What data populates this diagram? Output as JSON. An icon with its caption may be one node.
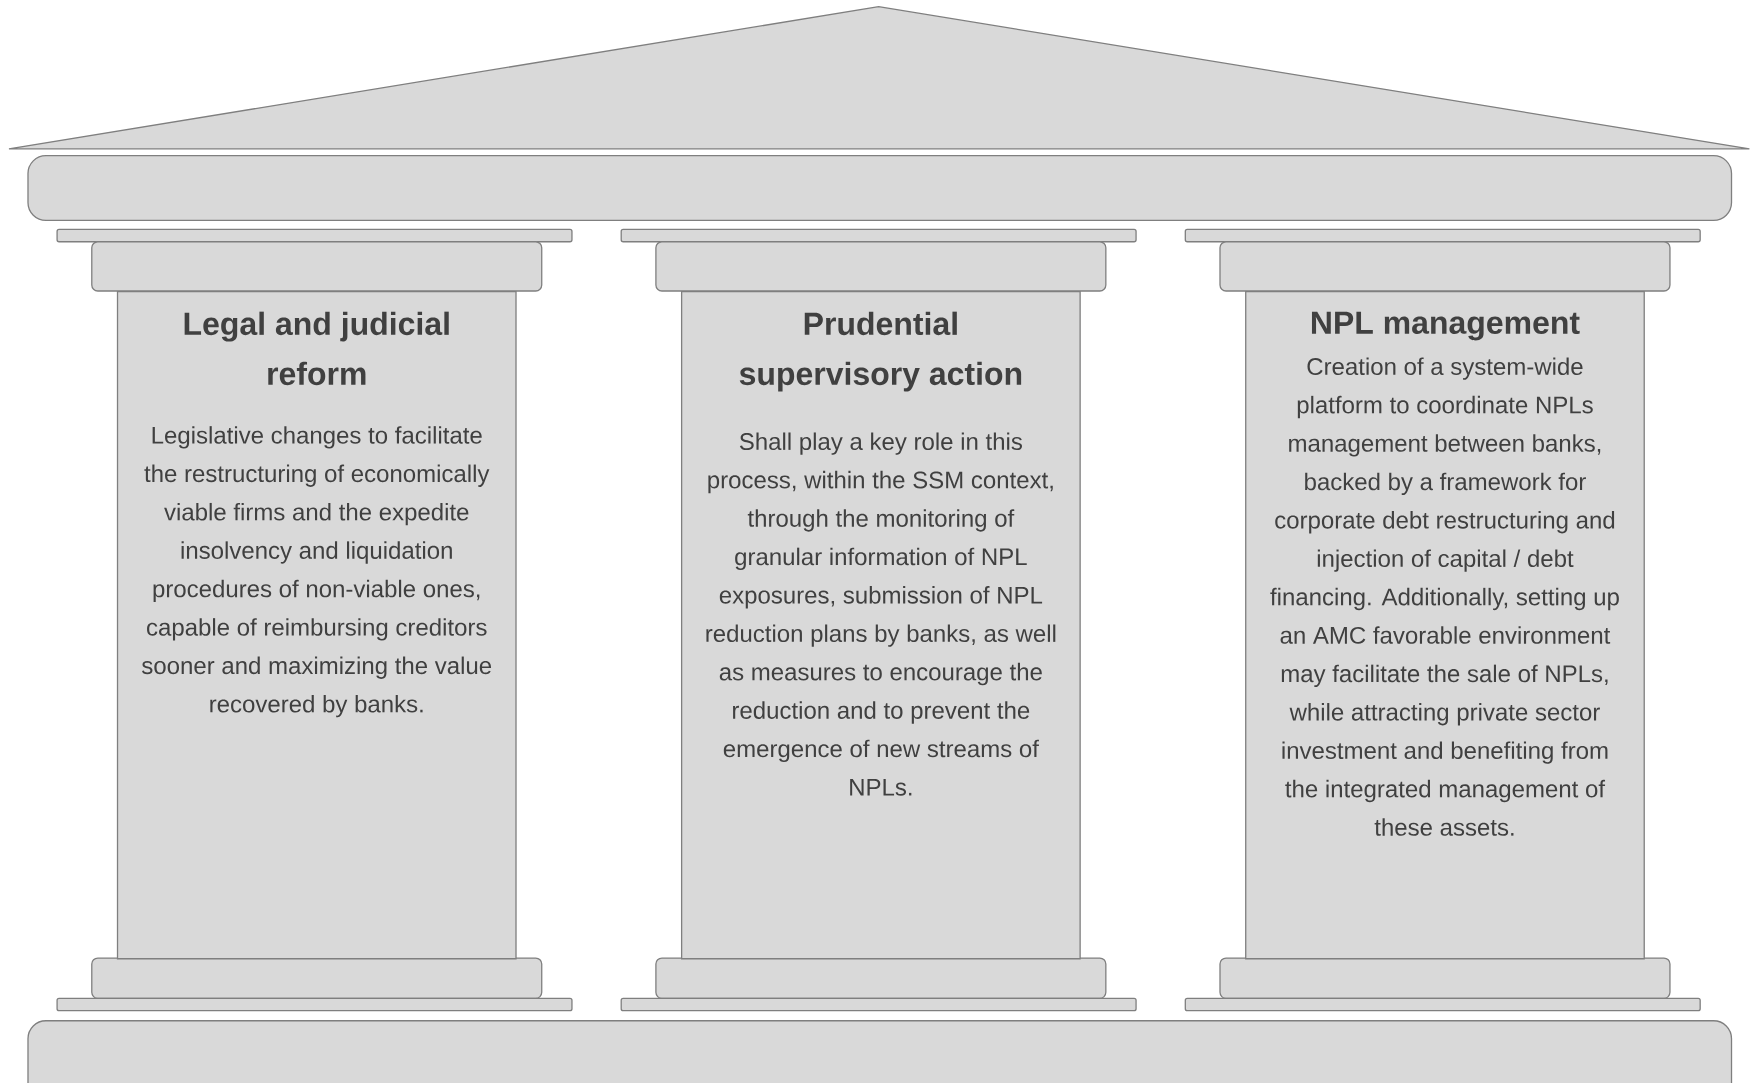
{
  "diagram": {
    "nodes": [
      {
        "text": [
          "Legal and judicial reform",
          "Legislative changes to facilitate the restructuring of economically viable firms and the expedite insolvency and liquidation procedures of non-viable ones, capable of reimbursing creditors sooner and maximizing the value recovered by banks."
        ]
      },
      {
        "text": [
          "Prudential supervisory action",
          "Shall play a key role in this process, within the SSM context, through the monitoring of granular information of NPL exposures, submission of NPL reduction plans by banks, as well as measures to encourage the reduction and to prevent the emergence of new streams of NPLs."
        ]
      },
      {
        "text": [
          "NPL management",
          "Creation of a system-wide platform to coordinate NPLs management between banks, backed by a framework for corporate debt restructuring and injection of capital / debt financing. Additionally, setting up an AMC favorable environment may facilitate the sale of NPLs, while attracting private sector investment and benefiting from the integrated management of these assets."
        ]
      }
    ]
  }
}
